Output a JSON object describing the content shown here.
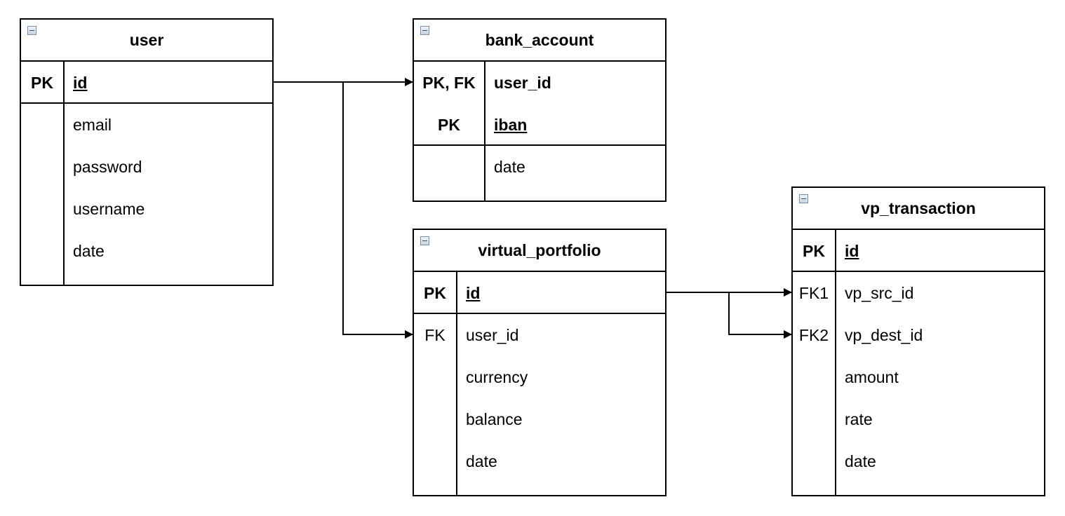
{
  "tables": {
    "user": {
      "title": "user",
      "pk_keys": [
        "PK"
      ],
      "pk_fields": [
        "id"
      ],
      "keys": [
        "",
        "",
        "",
        ""
      ],
      "fields": [
        "email",
        "password",
        "username",
        "date"
      ]
    },
    "bank_account": {
      "title": "bank_account",
      "pk_keys": [
        "PK, FK",
        "PK"
      ],
      "pk_fields": [
        "user_id",
        "iban"
      ],
      "keys": [
        ""
      ],
      "fields": [
        "date"
      ]
    },
    "virtual_portfolio": {
      "title": "virtual_portfolio",
      "pk_keys": [
        "PK"
      ],
      "pk_fields": [
        "id"
      ],
      "keys": [
        "FK",
        "",
        "",
        ""
      ],
      "fields": [
        "user_id",
        "currency",
        "balance",
        "date"
      ]
    },
    "vp_transaction": {
      "title": "vp_transaction",
      "pk_keys": [
        "PK"
      ],
      "pk_fields": [
        "id"
      ],
      "keys": [
        "FK1",
        "FK2",
        "",
        "",
        ""
      ],
      "fields": [
        "vp_src_id",
        "vp_dest_id",
        "amount",
        "rate",
        "date"
      ]
    }
  },
  "relationships": [
    {
      "from": "user.id",
      "to": "bank_account.user_id"
    },
    {
      "from": "user.id",
      "to": "virtual_portfolio.user_id"
    },
    {
      "from": "virtual_portfolio.id",
      "to": "vp_transaction.vp_src_id"
    },
    {
      "from": "virtual_portfolio.id",
      "to": "vp_transaction.vp_dest_id"
    }
  ]
}
